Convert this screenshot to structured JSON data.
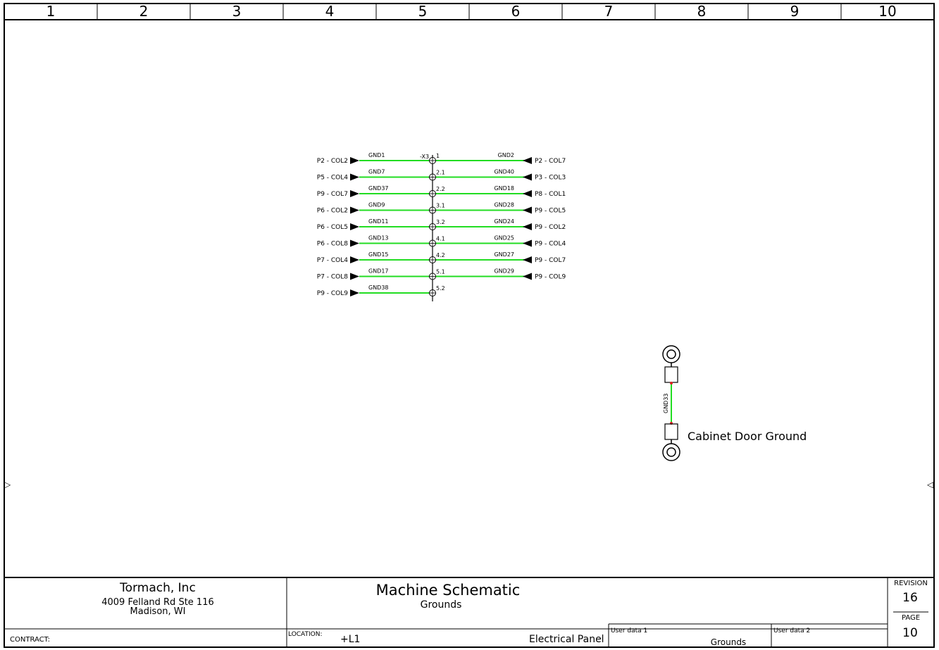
{
  "grid": {
    "columns": [
      "1",
      "2",
      "3",
      "4",
      "5",
      "6",
      "7",
      "8",
      "9",
      "10"
    ],
    "side_markers": {
      "left": "▷",
      "right": "◁"
    }
  },
  "terminal_strip": {
    "tag": "-X3",
    "rows": [
      {
        "terminal": "1",
        "left_ref": "P2 - COL2",
        "left_wire": "GND1",
        "right_wire": "GND2",
        "right_ref": "P2 - COL7"
      },
      {
        "terminal": "2.1",
        "left_ref": "P5 - COL4",
        "left_wire": "GND7",
        "right_wire": "GND40",
        "right_ref": "P3 - COL3"
      },
      {
        "terminal": "2.2",
        "left_ref": "P9 - COL7",
        "left_wire": "GND37",
        "right_wire": "GND18",
        "right_ref": "P8 - COL1"
      },
      {
        "terminal": "3.1",
        "left_ref": "P6 - COL2",
        "left_wire": "GND9",
        "right_wire": "GND28",
        "right_ref": "P9 - COL5"
      },
      {
        "terminal": "3.2",
        "left_ref": "P6 - COL5",
        "left_wire": "GND11",
        "right_wire": "GND24",
        "right_ref": "P9 - COL2"
      },
      {
        "terminal": "4.1",
        "left_ref": "P6 - COL8",
        "left_wire": "GND13",
        "right_wire": "GND25",
        "right_ref": "P9 - COL4"
      },
      {
        "terminal": "4.2",
        "left_ref": "P7 - COL4",
        "left_wire": "GND15",
        "right_wire": "GND27",
        "right_ref": "P9 - COL7"
      },
      {
        "terminal": "5.1",
        "left_ref": "P7 - COL8",
        "left_wire": "GND17",
        "right_wire": "GND29",
        "right_ref": "P9 - COL9"
      },
      {
        "terminal": "5.2",
        "left_ref": "P9 - COL9",
        "left_wire": "GND38",
        "right_wire": "",
        "right_ref": ""
      }
    ]
  },
  "ground_strap": {
    "wire": "GND33",
    "label": "Cabinet Door Ground"
  },
  "title_block": {
    "company": "Tormach, Inc",
    "address_line1": "4009 Felland Rd Ste 116",
    "address_line2": "Madison, WI",
    "contract_label": "CONTRACT:",
    "contract_value": "",
    "title": "Machine Schematic",
    "subtitle": "Grounds",
    "location_label": "LOCATION:",
    "location_value": "+L1",
    "location_name": "Electrical Panel",
    "user_data1_label": "User data 1",
    "user_data1_value": "Grounds",
    "user_data2_label": "User data 2",
    "user_data2_value": "",
    "revision_label": "REVISION",
    "revision_value": "16",
    "page_label": "PAGE",
    "page_value": "10"
  },
  "colors": {
    "wire": "#22dd22",
    "node": "#dd2222",
    "line": "#000000"
  }
}
